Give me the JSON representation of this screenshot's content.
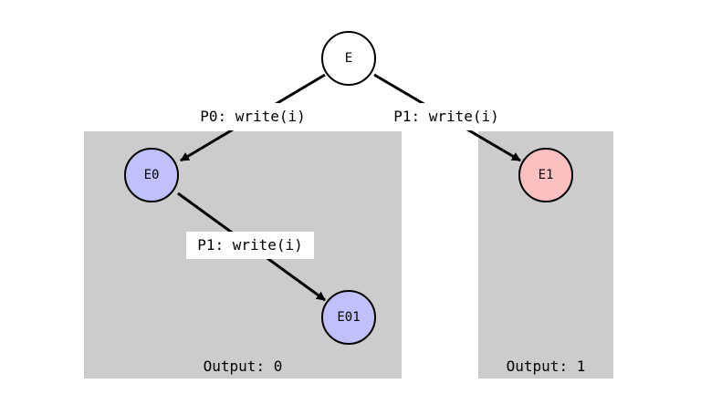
{
  "colors": {
    "box": "#cccccc",
    "root_fill": "#ffffff",
    "blue_fill": "#c0c0fa",
    "red_fill": "#fcc0c0",
    "stroke": "#000000"
  },
  "nodes": {
    "E": "E",
    "E0": "E0",
    "E1": "E1",
    "E01": "E01"
  },
  "edge_labels": {
    "e_to_e0": "P0: write(i)",
    "e_to_e1": "P1: write(i)",
    "e0_to_e01": "P1: write(i)"
  },
  "boxes": {
    "left_output": "Output: 0",
    "right_output": "Output: 1"
  }
}
